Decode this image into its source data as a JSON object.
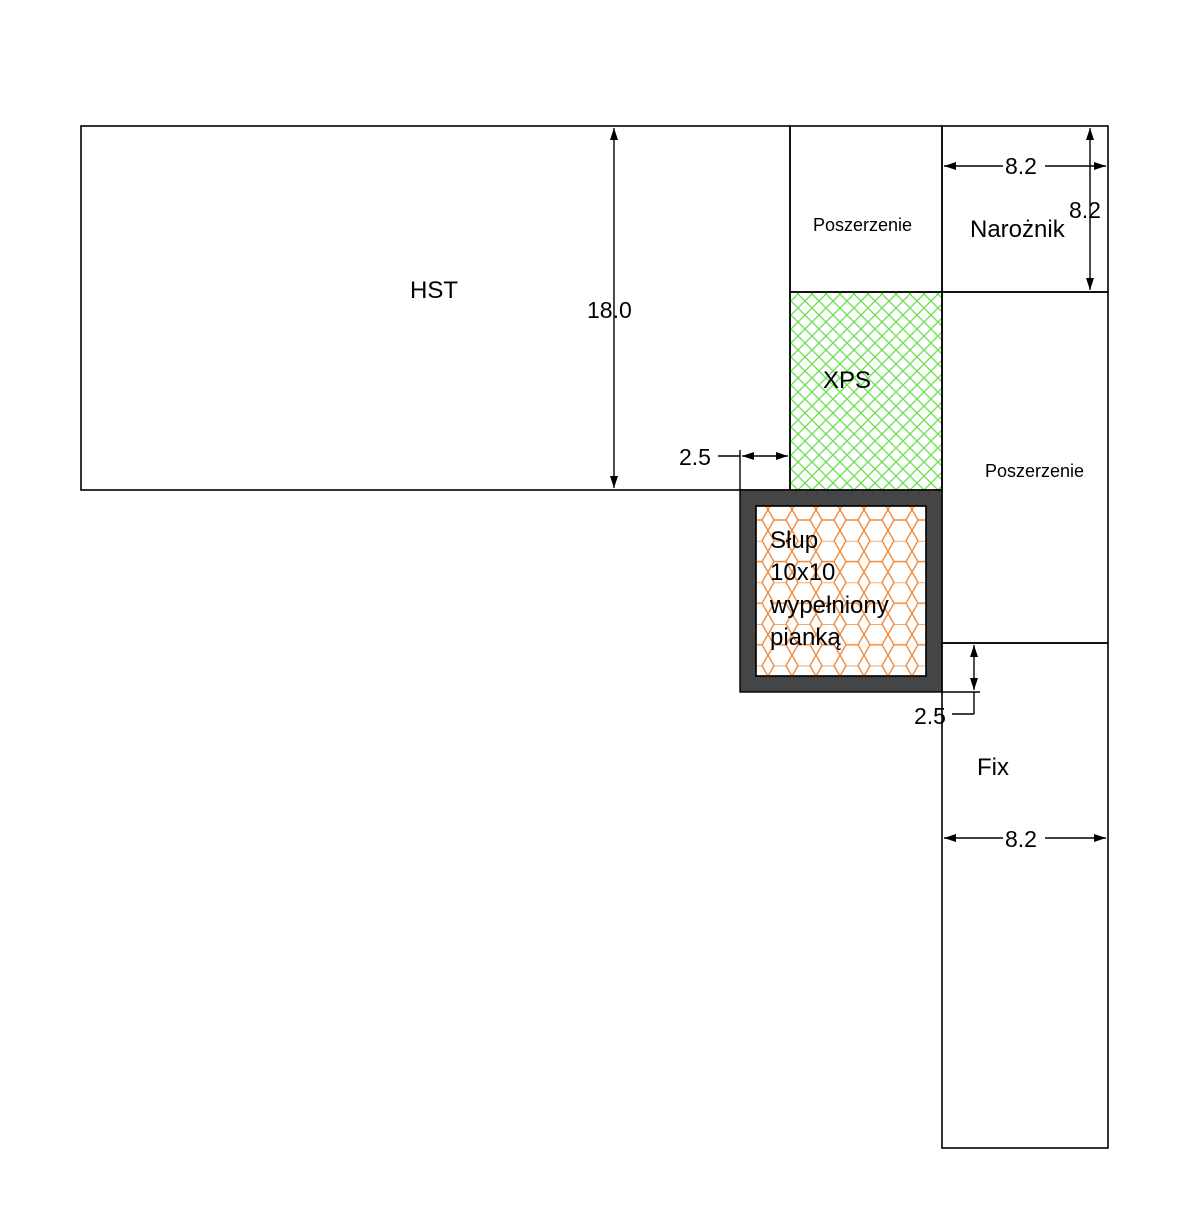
{
  "labels": {
    "hst": "HST",
    "poszerzenie_top": "Poszerzenie",
    "naroznik": "Narożnik",
    "xps": "XPS",
    "poszerzenie_right": "Poszerzenie",
    "slup_line1": "Słup",
    "slup_line2": "10x10",
    "slup_line3": "wypełniony",
    "slup_line4": "pianką",
    "fix": "Fix"
  },
  "dimensions": {
    "hst_height": "18.0",
    "naroznik_width": "8.2",
    "naroznik_height": "8.2",
    "xps_offset": "2.5",
    "slup_offset": "2.5",
    "fix_width": "8.2"
  },
  "colors": {
    "line": "#000000",
    "xps_hatch": "#66e24a",
    "foam_hatch": "#f08a3c",
    "slup_frame": "#454545",
    "background": "#ffffff"
  }
}
